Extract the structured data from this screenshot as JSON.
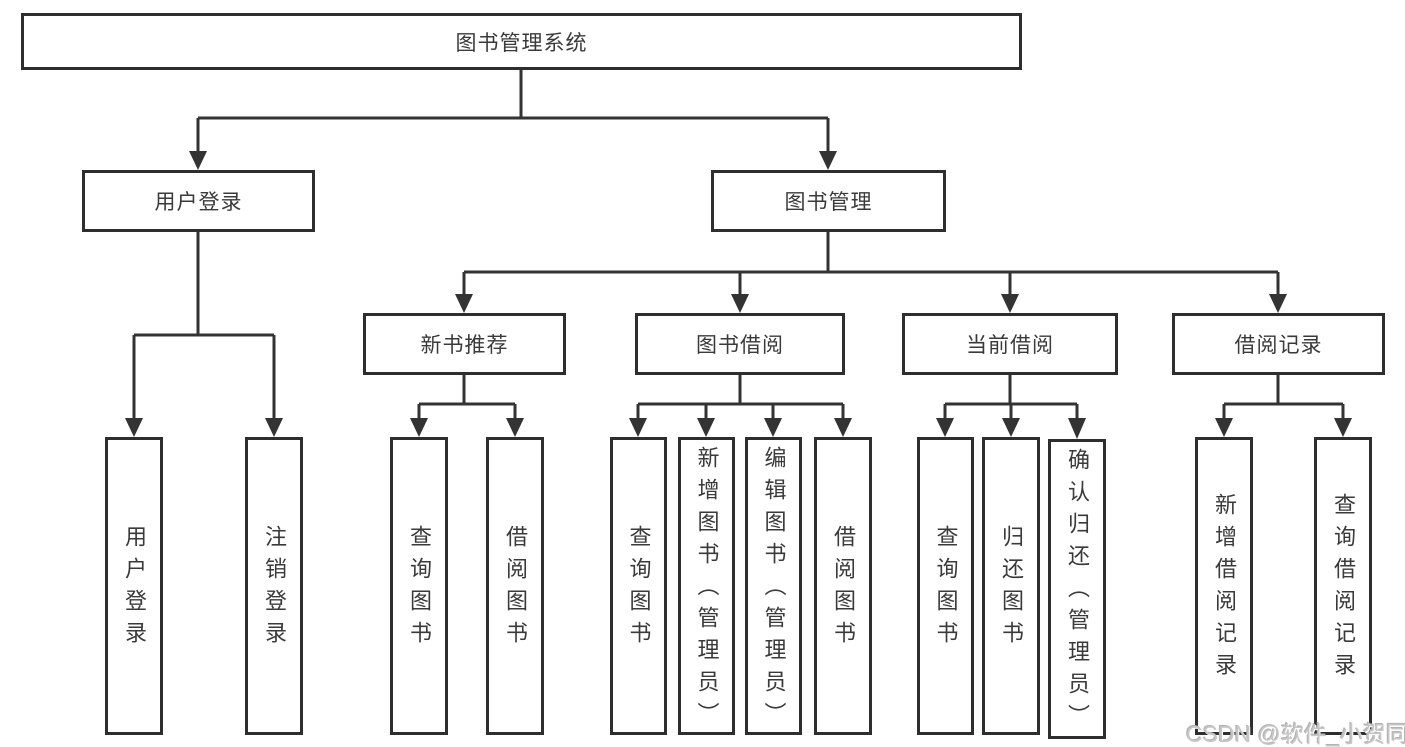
{
  "diagram": {
    "type": "hierarchy-tree",
    "colors": {
      "line": "#333333",
      "box_border": "#2e2e2e",
      "box_background": "#ffffff",
      "text": "#3a3a3a",
      "watermark": "#c6c6c6"
    },
    "nodes": {
      "root": {
        "label": "图书管理系统"
      },
      "user_login": {
        "label": "用户登录"
      },
      "book_mgmt": {
        "label": "图书管理"
      },
      "new_book_rec": {
        "label": "新书推荐"
      },
      "book_borrow": {
        "label": "图书借阅"
      },
      "current_borrow": {
        "label": "当前借阅"
      },
      "borrow_records": {
        "label": "借阅记录"
      },
      "leaf_user_login": {
        "label": "用户登录"
      },
      "leaf_logout": {
        "label": "注销登录"
      },
      "leaf_query_book_1": {
        "label": "查询图书"
      },
      "leaf_borrow_book_1": {
        "label": "借阅图书"
      },
      "leaf_query_book_2": {
        "label": "查询图书"
      },
      "leaf_add_book": {
        "label": "新增图书（管理员）"
      },
      "leaf_edit_book": {
        "label": "编辑图书（管理员）"
      },
      "leaf_borrow_book_2": {
        "label": "借阅图书"
      },
      "leaf_query_book_3": {
        "label": "查询图书"
      },
      "leaf_return_book": {
        "label": "归还图书"
      },
      "leaf_confirm_return": {
        "label": "确认归还（管理员）"
      },
      "leaf_add_record": {
        "label": "新增借阅记录"
      },
      "leaf_query_record": {
        "label": "查询借阅记录"
      }
    },
    "hierarchy": {
      "root": [
        "user_login",
        "book_mgmt"
      ],
      "user_login": [
        "leaf_user_login",
        "leaf_logout"
      ],
      "book_mgmt": [
        "new_book_rec",
        "book_borrow",
        "current_borrow",
        "borrow_records"
      ],
      "new_book_rec": [
        "leaf_query_book_1",
        "leaf_borrow_book_1"
      ],
      "book_borrow": [
        "leaf_query_book_2",
        "leaf_add_book",
        "leaf_edit_book",
        "leaf_borrow_book_2"
      ],
      "current_borrow": [
        "leaf_query_book_3",
        "leaf_return_book",
        "leaf_confirm_return"
      ],
      "borrow_records": [
        "leaf_add_record",
        "leaf_query_record"
      ]
    },
    "watermark": {
      "text": "CSDN @软件_小贺同学"
    }
  }
}
